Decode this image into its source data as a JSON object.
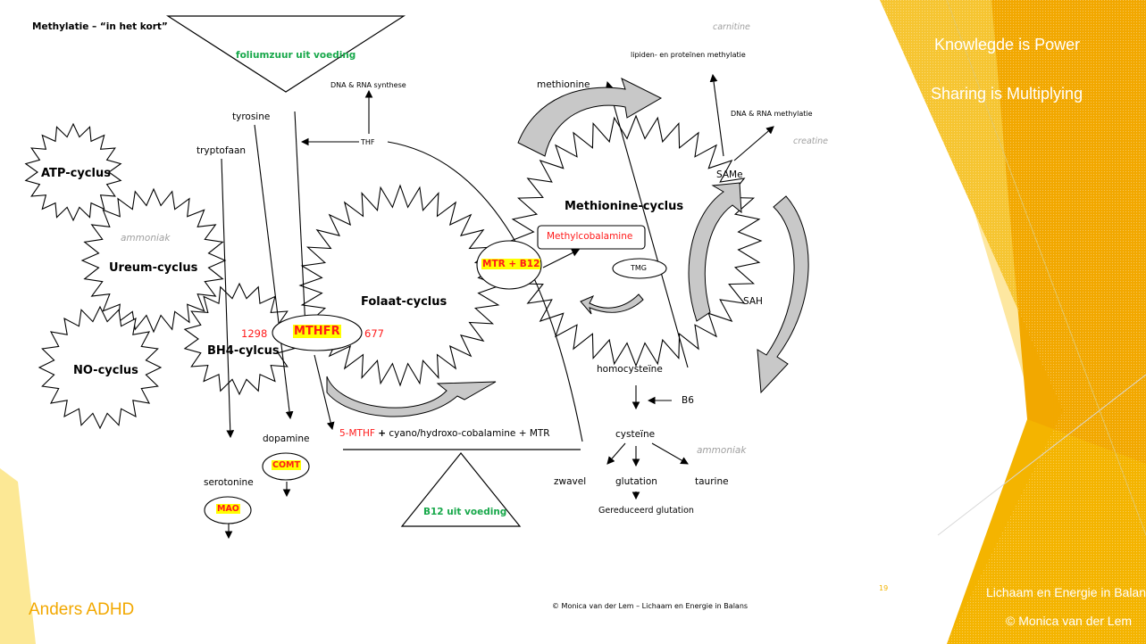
{
  "slide": {
    "title": "Methylatie – “in het kort”",
    "page_number": "19",
    "footer_left": "Anders ADHD",
    "footer_center": "© Monica van der Lem – Lichaam en Energie in Balans",
    "footer_right_1": "Lichaam en Energie in Balans",
    "footer_right_2": "© Monica van der Lem",
    "motto_1": "Knowlegde is Power",
    "motto_2": "Sharing is Multiplying"
  },
  "colors": {
    "accent_gold": "#f5b800",
    "accent_light": "#fce48a",
    "highlight": "#ffff00",
    "red_text": "#ff1a1a",
    "green_text": "#17a84a"
  },
  "cycles": {
    "atp": "ATP-cyclus",
    "ureum": "Ureum-cyclus",
    "no": "NO-cyclus",
    "bh4": "BH4-cylcus",
    "folaat": "Folaat-cyclus",
    "methionine": "Methionine-cyclus"
  },
  "labels": {
    "foliumzuur": "foliumzuur uit voeding",
    "b12_voeding": "B12 uit voeding",
    "dna_rna_synthese": "DNA & RNA synthese",
    "thf": "THF",
    "tyrosine": "tyrosine",
    "tryptofaan": "tryptofaan",
    "ammoniak_1": "ammoniak",
    "ammoniak_2": "ammoniak",
    "mthfr": "MTHFR",
    "n1298": "1298",
    "n677": "677",
    "mtr_b12": "MTR + B12",
    "methylcobalamine": "Methylcobalamine",
    "tmg": "TMG",
    "five_mthf": "5-MTHF",
    "plus": "+",
    "cyano": "cyano/hydroxo-cobalamine + MTR",
    "dopamine": "dopamine",
    "comt": "COMT",
    "serotonine": "serotonine",
    "mao": "MAO",
    "methionine": "methionine",
    "lipiden": "lipiden- en proteïnen methylatie",
    "carnitine": "carnitine",
    "dna_rna_methylatie": "DNA & RNA methylatie",
    "creatine": "creatine",
    "same": "SAMe",
    "sah": "SAH",
    "homocysteine": "homocysteïne",
    "b6": "B6",
    "cysteine": "cysteïne",
    "zwavel": "zwavel",
    "glutation": "glutation",
    "taurine": "taurine",
    "gereduceerd": "Gereduceerd glutation"
  }
}
